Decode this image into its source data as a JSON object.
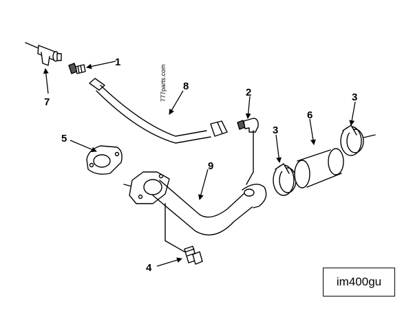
{
  "watermark": "777parts.com",
  "reference_code": "im400gu",
  "callouts": [
    "1",
    "2",
    "3",
    "3",
    "4",
    "5",
    "6",
    "7",
    "8",
    "9"
  ]
}
